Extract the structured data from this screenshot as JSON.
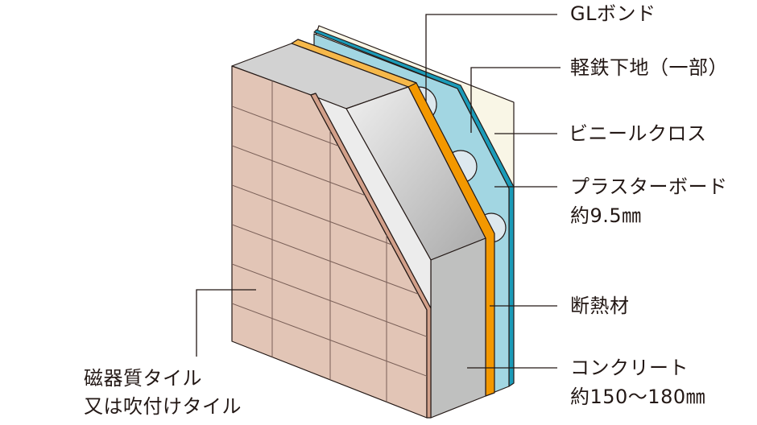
{
  "title": "Wall cross-section",
  "labels": {
    "gl_bond": "GLボンド",
    "light_steel": "軽鉄下地（一部）",
    "vinyl_cloth": "ビニールクロス",
    "plasterboard": "プラスターボード",
    "plasterboard_thickness": "約9.5㎜",
    "insulation": "断熱材",
    "concrete": "コンクリート",
    "concrete_thickness": "約150〜180㎜",
    "tile_line1": "磁器質タイル",
    "tile_line2": "又は吹付けタイル"
  },
  "colors": {
    "tile": "#e2c5b6",
    "tile_edge": "#d2a08a",
    "concrete": "#bfc0bf",
    "concrete_top": "#d2d2d2",
    "insulation": "#f39800",
    "plasterboard": "#a2d6e2",
    "plasterboard_edge": "#1b9bb8",
    "cloth": "#f9f6e6",
    "gl_bond": "#dde8ee",
    "line": "#231815"
  }
}
